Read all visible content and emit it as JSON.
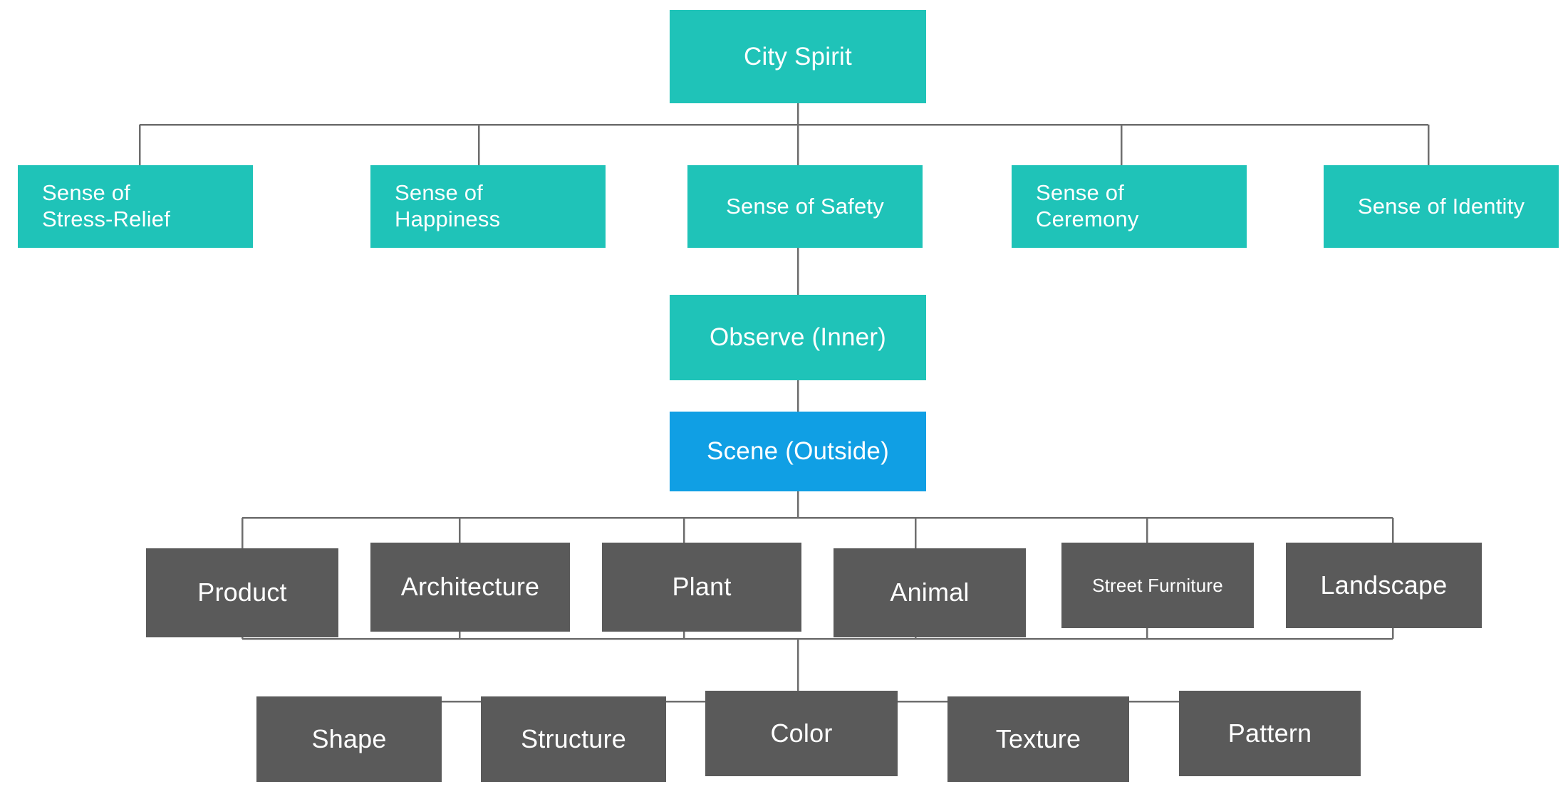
{
  "diagram": {
    "title": "City Spirit",
    "colors": {
      "teal": "#1fc3b8",
      "blue": "#109fe4",
      "gray": "#5a5a5a",
      "line": "#6e6e6e",
      "text": "#ffffff",
      "background": "#ffffff"
    },
    "root": {
      "label": "City Spirit"
    },
    "senses": [
      {
        "label": "Sense of\nStress-Relief"
      },
      {
        "label": "Sense of\nHappiness"
      },
      {
        "label": "Sense of Safety"
      },
      {
        "label": "Sense of\nCeremony"
      },
      {
        "label": "Sense of Identity"
      }
    ],
    "middle": [
      {
        "label": "Observe  (Inner)"
      },
      {
        "label": "Scene  (Outside)"
      }
    ],
    "elements": [
      {
        "label": "Product"
      },
      {
        "label": "Architecture"
      },
      {
        "label": "Plant"
      },
      {
        "label": "Animal"
      },
      {
        "label": "Street Furniture"
      },
      {
        "label": "Landscape"
      }
    ],
    "attributes": [
      {
        "label": "Shape"
      },
      {
        "label": "Structure"
      },
      {
        "label": "Color"
      },
      {
        "label": "Texture"
      },
      {
        "label": "Pattern"
      }
    ]
  }
}
